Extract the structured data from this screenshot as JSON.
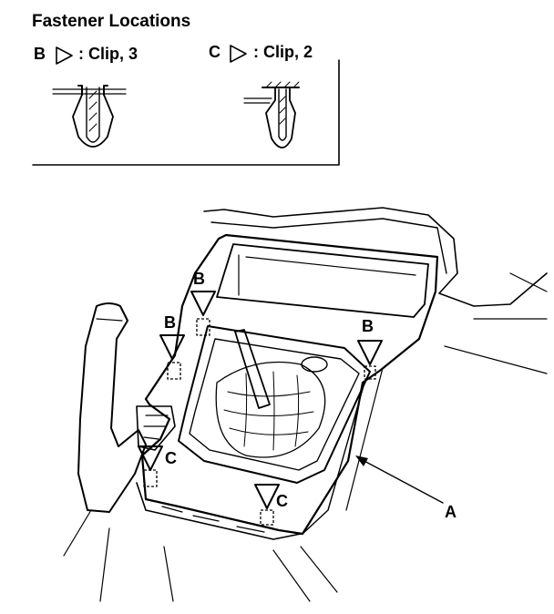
{
  "legend": {
    "title": "Fastener Locations",
    "items": [
      {
        "letter": "B",
        "label": ": Clip, 3"
      },
      {
        "letter": "C",
        "label": ": Clip, 2"
      }
    ]
  },
  "callouts": {
    "b": "B",
    "c": "C",
    "a": "A"
  },
  "colors": {
    "ink": "#000000",
    "paper": "#ffffff"
  }
}
